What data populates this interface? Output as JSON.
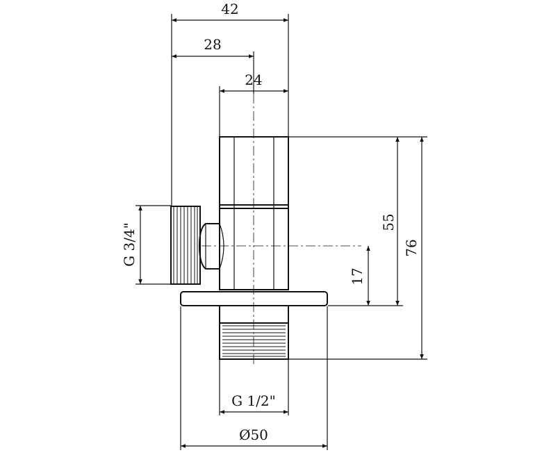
{
  "dimensions": {
    "width_total": "42",
    "width_to_axis": "28",
    "width_body": "24",
    "height_body": "55",
    "height_total": "76",
    "height_inlet": "17",
    "thread_side": "G 3/4\"",
    "thread_bottom": "G 1/2\"",
    "flange_diameter": "Ø50"
  }
}
